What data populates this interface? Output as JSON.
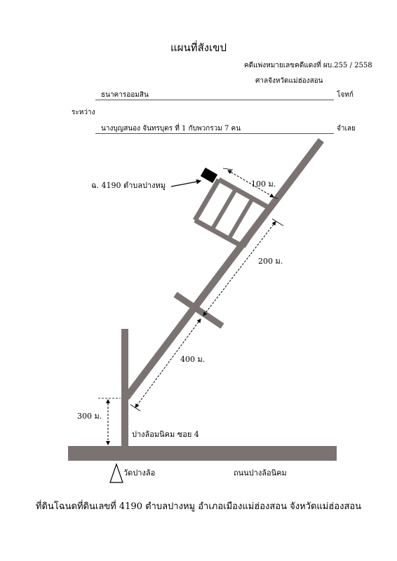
{
  "header": {
    "title": "แผนที่สังเขป",
    "case_number": "คดีแพ่งหมายเลขคดีแดงที่ ผบ.255 / 2558",
    "court": "ศาลจังหวัดแม่ฮ่องสอน",
    "plaintiff_name": "ธนาคารออมสิน",
    "plaintiff_role": "โจทก์",
    "between": "ระหว่าง",
    "defendant_name": "นางบุญสนอง จันทรบุตร ที่ 1 กับพวกรวม 7 คน",
    "defendant_role": "จำเลย"
  },
  "map": {
    "parcel_label": "ฉ. 4190 ตำบลปางหมู",
    "dist_100": "100 ม.",
    "dist_200": "200 ม.",
    "dist_400": "400 ม.",
    "dist_300": "300 ม.",
    "soi_label": "ปางล้อมนิคม ซอย 4",
    "temple_label": "วัดปางล้อ",
    "road_label": "ถนนปางล้อนิคม",
    "road_color": "#7a7372"
  },
  "footer": {
    "caption": "ที่ดินโฉนดที่ดินเลขที่ 4190 ตำบลปางหมู อำเภอเมืองแม่ฮ่องสอน จังหวัดแม่ฮ่องสอน"
  }
}
